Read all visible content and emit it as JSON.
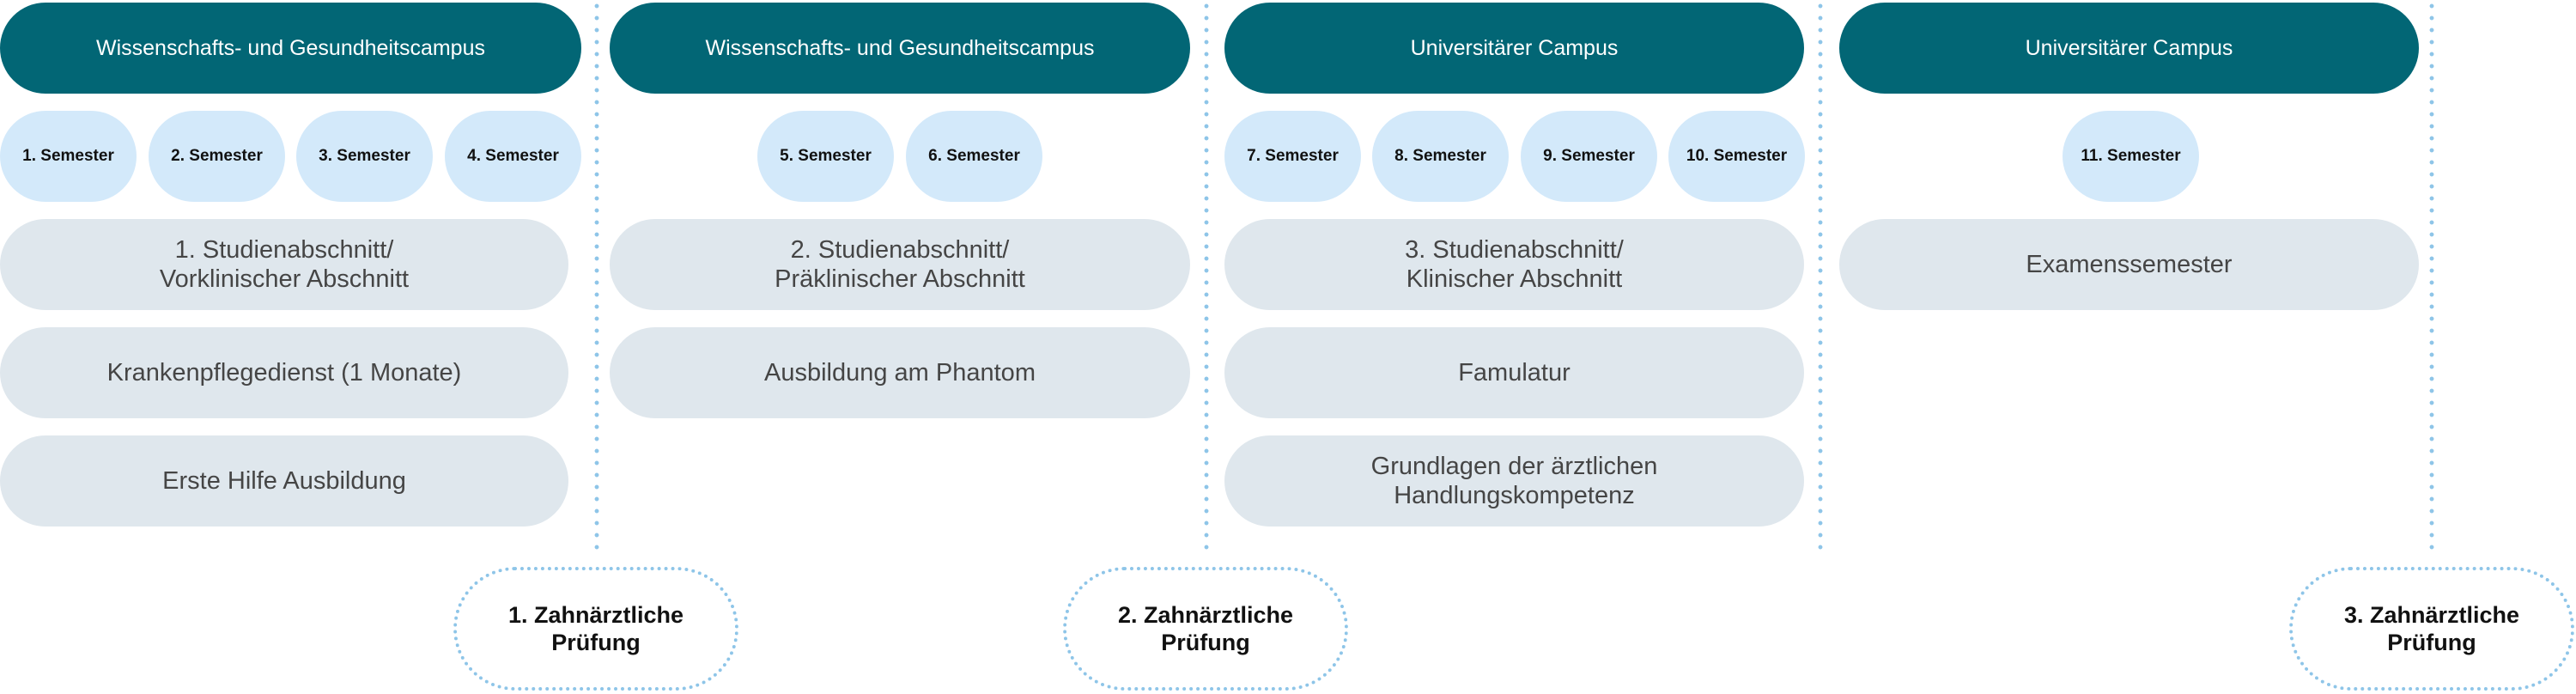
{
  "colors": {
    "campus_bg": "#026675",
    "semester_bg": "#d3e9fa",
    "block_bg": "#dfe7ed",
    "dotted": "#8ec5e8"
  },
  "phases": [
    {
      "campus": "Wissenschafts- und Gesundheitscampus",
      "semesters": [
        "1. Semester",
        "2. Semester",
        "3. Semester",
        "4. Semester"
      ],
      "blocks": [
        "1. Studienabschnitt/\nVorklinischer Abschnitt",
        "Krankenpflegedienst (1 Monate)",
        "Erste Hilfe Ausbildung"
      ]
    },
    {
      "campus": "Wissenschafts- und Gesundheitscampus",
      "semesters": [
        "5. Semester",
        "6. Semester"
      ],
      "blocks": [
        "2. Studienabschnitt/\nPräklinischer Abschnitt",
        "Ausbildung am Phantom"
      ]
    },
    {
      "campus": "Universitärer Campus",
      "semesters": [
        "7. Semester",
        "8. Semester",
        "9. Semester",
        "10. Semester"
      ],
      "blocks": [
        "3. Studienabschnitt/\nKlinischer Abschnitt",
        "Famulatur",
        "Grundlagen der ärztlichen\nHandlungskompetenz"
      ]
    },
    {
      "campus": "Universitärer Campus",
      "semesters": [
        "11. Semester"
      ],
      "blocks": [
        "Examenssemester"
      ]
    }
  ],
  "exams": [
    "1. Zahnärztliche\nPrüfung",
    "2. Zahnärztliche\nPrüfung",
    "3. Zahnärztliche\nPrüfung"
  ]
}
